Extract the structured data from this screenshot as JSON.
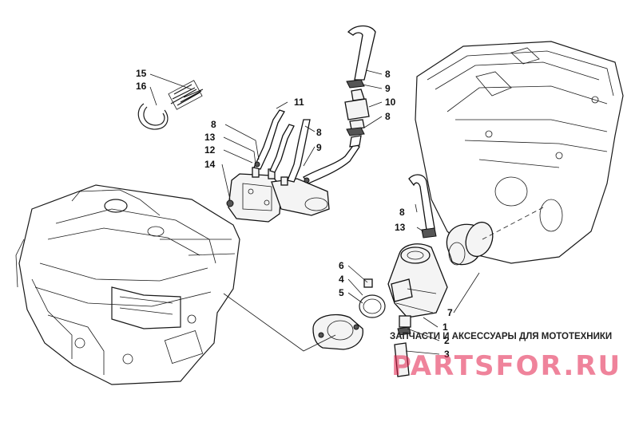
{
  "labels": {
    "p15": "15",
    "p16": "16",
    "p11": "11",
    "p8a": "8",
    "p13a": "13",
    "p12": "12",
    "p14": "14",
    "p8b": "8",
    "p9b": "9",
    "p8c": "8",
    "p9c": "9",
    "p10": "10",
    "p8d": "8",
    "p8e": "8",
    "p13e": "13",
    "p6": "6",
    "p4": "4",
    "p5": "5",
    "p7": "7",
    "p1": "1",
    "p2": "2",
    "p3": "3"
  },
  "watermark": {
    "subtitle": "ЗАПЧАСТИ И АКСЕССУАРЫ ДЛЯ МОТОТЕХНИКИ",
    "brand": "PARTSFOR.RU"
  },
  "colors": {
    "line": "#1a1a1a",
    "watermark": "#e11d48"
  }
}
